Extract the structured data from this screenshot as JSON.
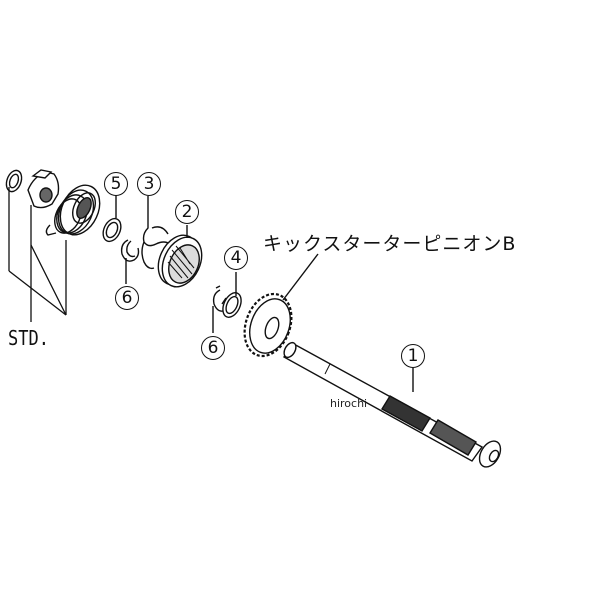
{
  "diagram": {
    "title_label": "キックスターターピニオンB",
    "std_label": "STD.",
    "watermark": "hirochi",
    "callouts": [
      {
        "id": "1",
        "text": "①",
        "part": "kick-starter-shaft"
      },
      {
        "id": "2",
        "text": "②",
        "part": "ratchet"
      },
      {
        "id": "3",
        "text": "③",
        "part": "ratchet-spring"
      },
      {
        "id": "4",
        "text": "④",
        "part": "washer"
      },
      {
        "id": "5",
        "text": "⑤",
        "part": "washer"
      },
      {
        "id": "6a",
        "text": "⑥",
        "part": "circlip"
      },
      {
        "id": "6b",
        "text": "⑥",
        "part": "circlip"
      }
    ],
    "callout_digits": [
      "1",
      "2",
      "3",
      "4",
      "5",
      "6",
      "6"
    ]
  }
}
